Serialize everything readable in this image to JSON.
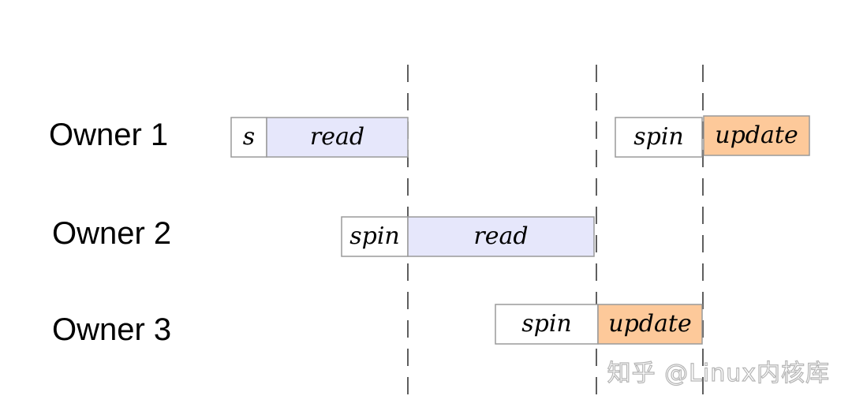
{
  "owners": [
    {
      "label": "Owner 1",
      "segments": [
        {
          "text": "s",
          "color": "#ffffff"
        },
        {
          "text": "read",
          "color": "#e6e7fb"
        },
        {
          "text": "spin",
          "color": "#ffffff"
        },
        {
          "text": "update",
          "color": "#fdc99a"
        }
      ]
    },
    {
      "label": "Owner 2",
      "segments": [
        {
          "text": "spin",
          "color": "#ffffff"
        },
        {
          "text": "read",
          "color": "#e6e7fb"
        }
      ]
    },
    {
      "label": "Owner 3",
      "segments": [
        {
          "text": "spin",
          "color": "#ffffff"
        },
        {
          "text": "update",
          "color": "#fdc99a"
        }
      ]
    }
  ],
  "watermark": "知乎 @Linux内核库"
}
